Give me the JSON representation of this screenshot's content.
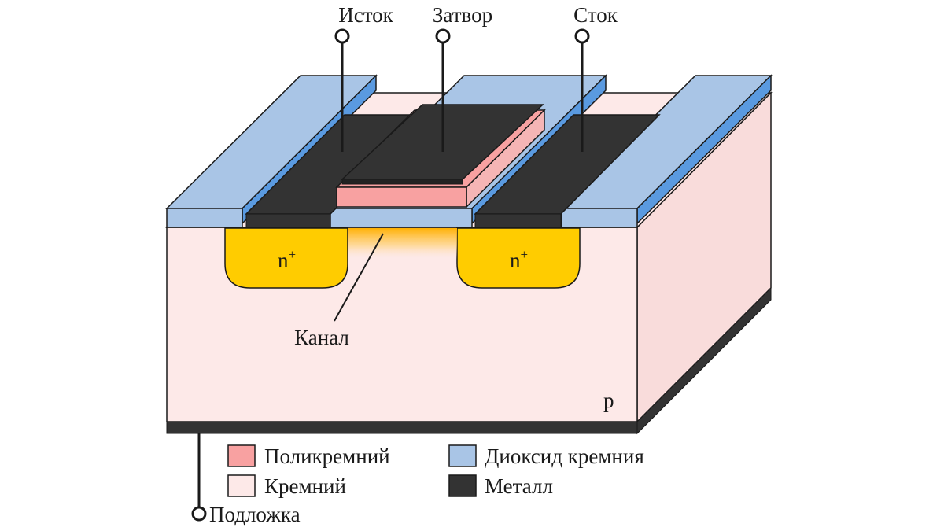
{
  "terminals": {
    "source": "Исток",
    "gate": "Затвор",
    "drain": "Сток",
    "substrate": "Подложка"
  },
  "regions": {
    "n_plus_left": "n",
    "n_plus_right": "n",
    "n_plus_sup": "+",
    "channel": "Канал",
    "p_type": "p"
  },
  "legend": {
    "polysilicon": "Поликремний",
    "silicon": "Кремний",
    "silicon_dioxide": "Диоксид кремния",
    "metal": "Металл"
  },
  "colors": {
    "silicon": "#fde9e8",
    "silicon_side": "#f9dcdb",
    "oxide": "#a9c5e6",
    "oxide_dark": "#5a9ae0",
    "metal": "#333333",
    "polysilicon": "#f8a1a1",
    "n_plus": "#ffcc00",
    "outline": "#1a1a1a"
  }
}
